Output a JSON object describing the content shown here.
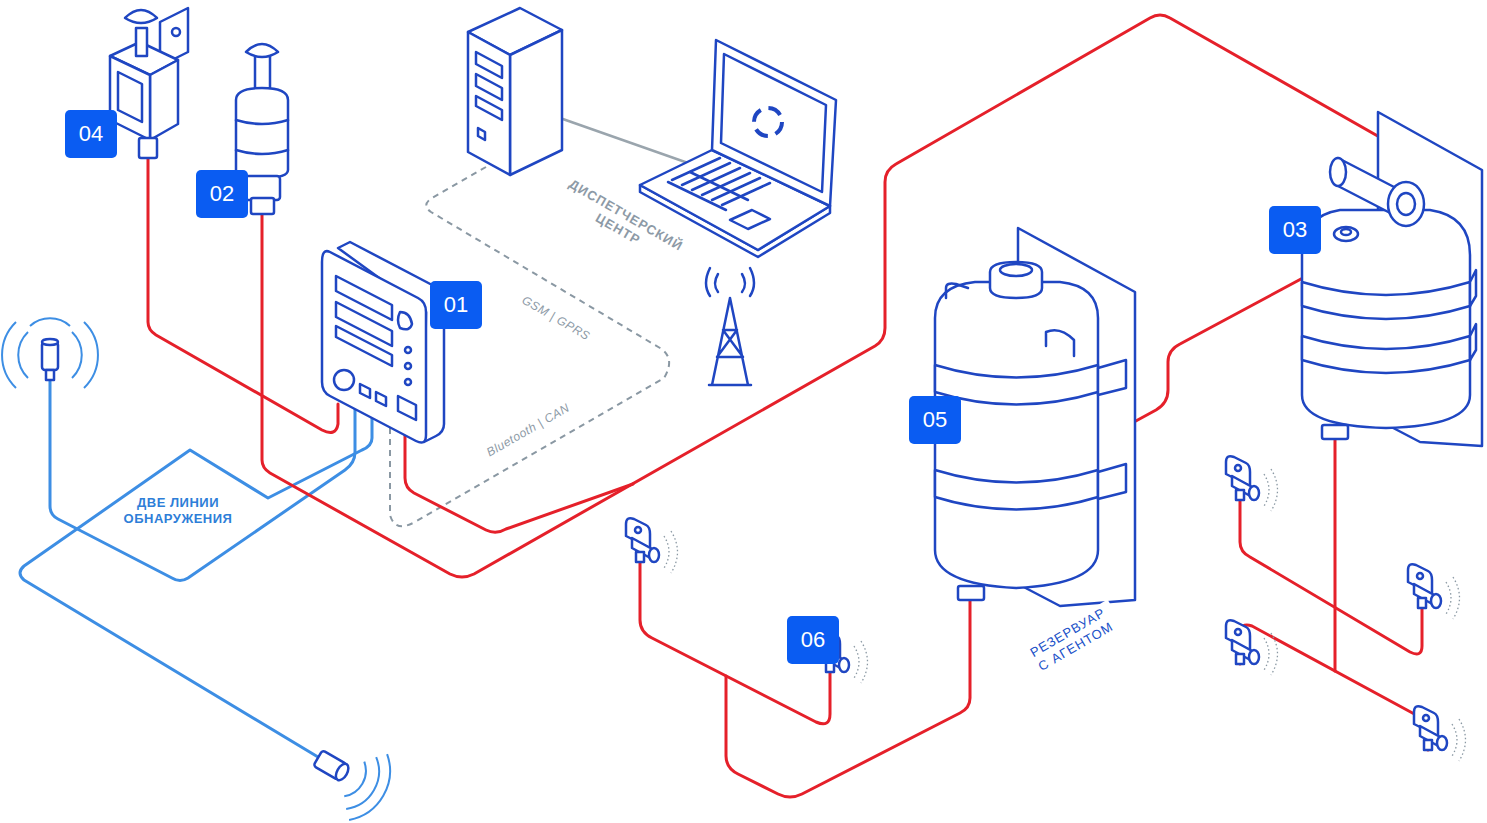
{
  "diagram": {
    "labels": [
      "04",
      "02",
      "01",
      "ДИСПЕТЧЕРСКИЙ ЦЕНТР",
      "GSM | GPRS",
      "Bluetooth | CAN",
      "ДВЕ ЛИНИИ ОБНАРУЖЕНИЯ",
      "03",
      "05",
      "РЕЗЕРВУАР С АГЕНТОМ",
      "06"
    ]
  }
}
